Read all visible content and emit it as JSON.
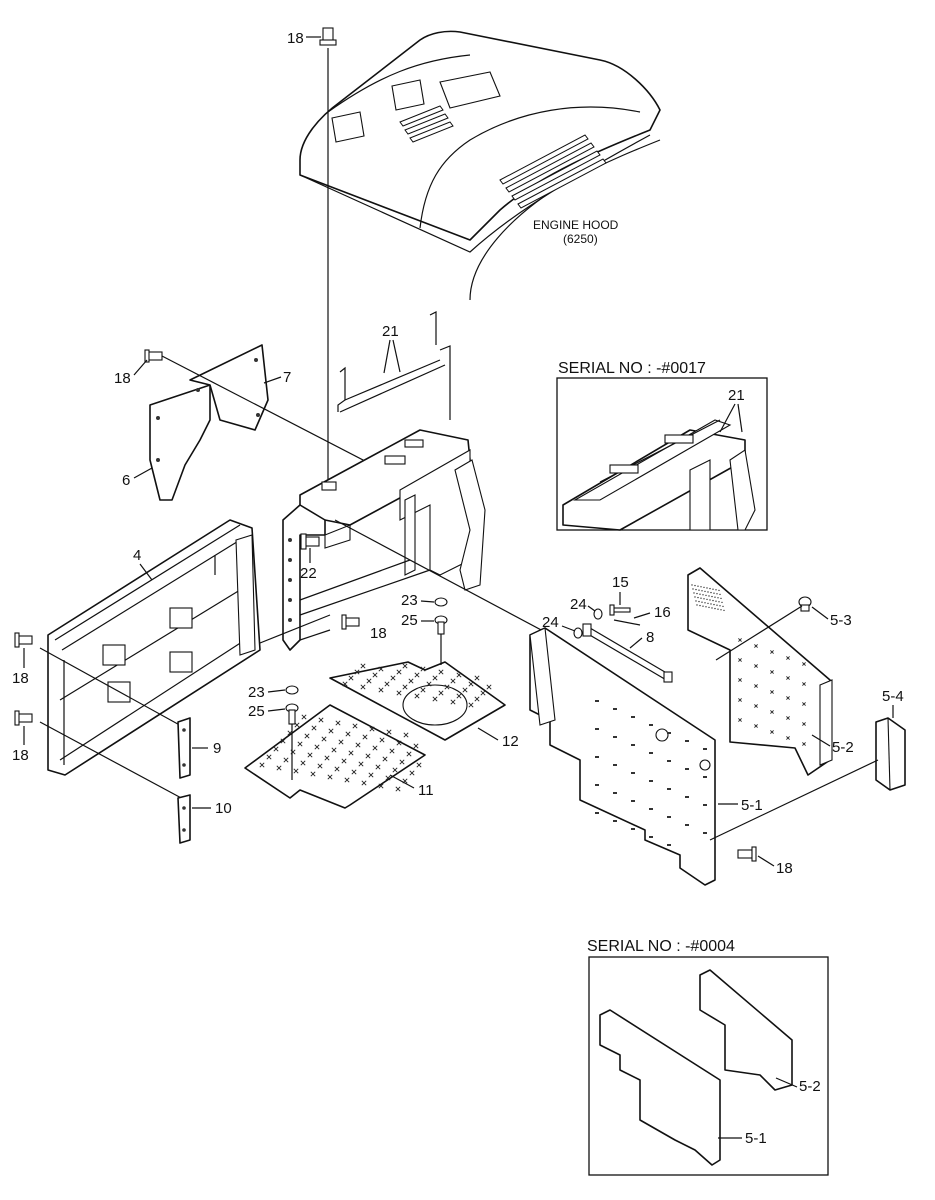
{
  "hood": {
    "name": "ENGINE HOOD",
    "code": "(6250)"
  },
  "insets": [
    {
      "title": "SERIAL NO : -#0017",
      "labels": [
        "21"
      ]
    },
    {
      "title": "SERIAL NO : -#0004",
      "labels": [
        "5-2",
        "5-1"
      ]
    }
  ],
  "callouts": [
    "18",
    "18",
    "7",
    "6",
    "21",
    "22",
    "4",
    "18",
    "18",
    "18",
    "23",
    "25",
    "23",
    "25",
    "9",
    "10",
    "11",
    "12",
    "15",
    "24",
    "16",
    "24",
    "8",
    "5-3",
    "5-4",
    "5-2",
    "5-1",
    "18"
  ]
}
